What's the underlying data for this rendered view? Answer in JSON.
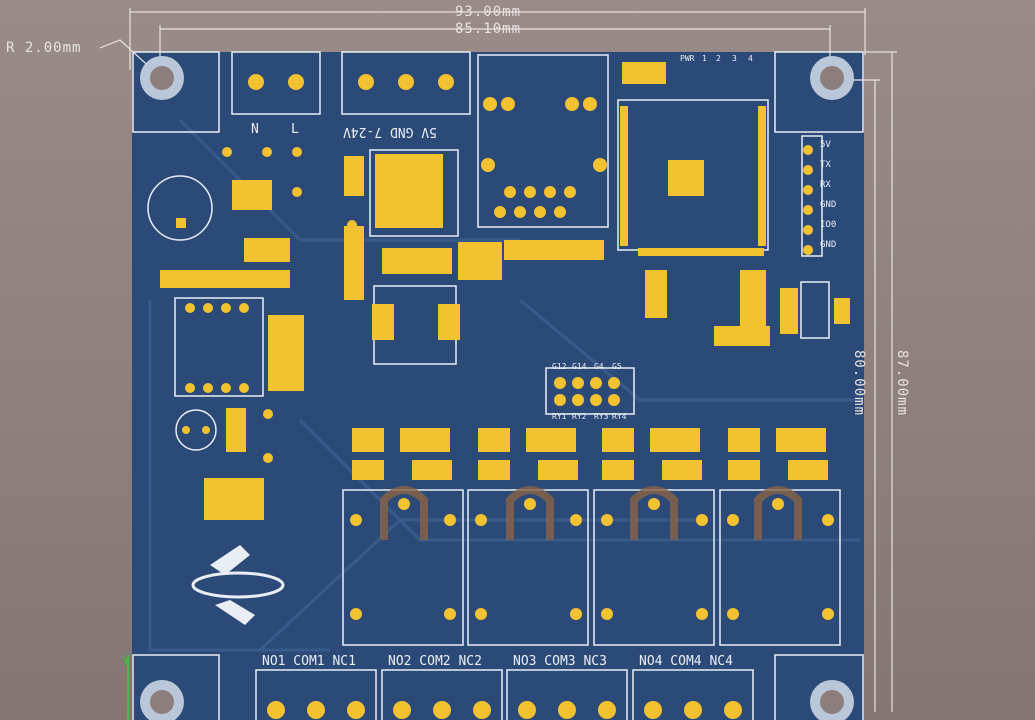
{
  "dimensions": {
    "width_total": "93.00mm",
    "width_inner": "85.10mm",
    "height_inner": "80.00mm",
    "height_total": "87.00mm",
    "radius": "R 2.00mm"
  },
  "labels": {
    "l": "L",
    "n": "N",
    "power_header": "5V GND 7-24V",
    "uart_pins": [
      "5V",
      "TX",
      "RX",
      "GND",
      "IO0",
      "GND"
    ],
    "gpio_top": [
      "G12",
      "G14",
      "G4",
      "G5"
    ],
    "gpio_bottom": [
      "RY1",
      "RY2",
      "RY3",
      "RY4"
    ],
    "esp_pins": [
      "4",
      "3",
      "2",
      "1",
      "PWR"
    ],
    "relay_terminals": [
      "NO1 COM1 NC1",
      "NO2 COM2 NC2",
      "NO3 COM3 NC3",
      "NO4 COM4 NC4"
    ]
  },
  "colors": {
    "background": "#8b7e7c",
    "board": "#2c4a78",
    "silkscreen": "#e9eef5",
    "copper_pad": "#f2c230",
    "trace": "#3a5d8f"
  }
}
